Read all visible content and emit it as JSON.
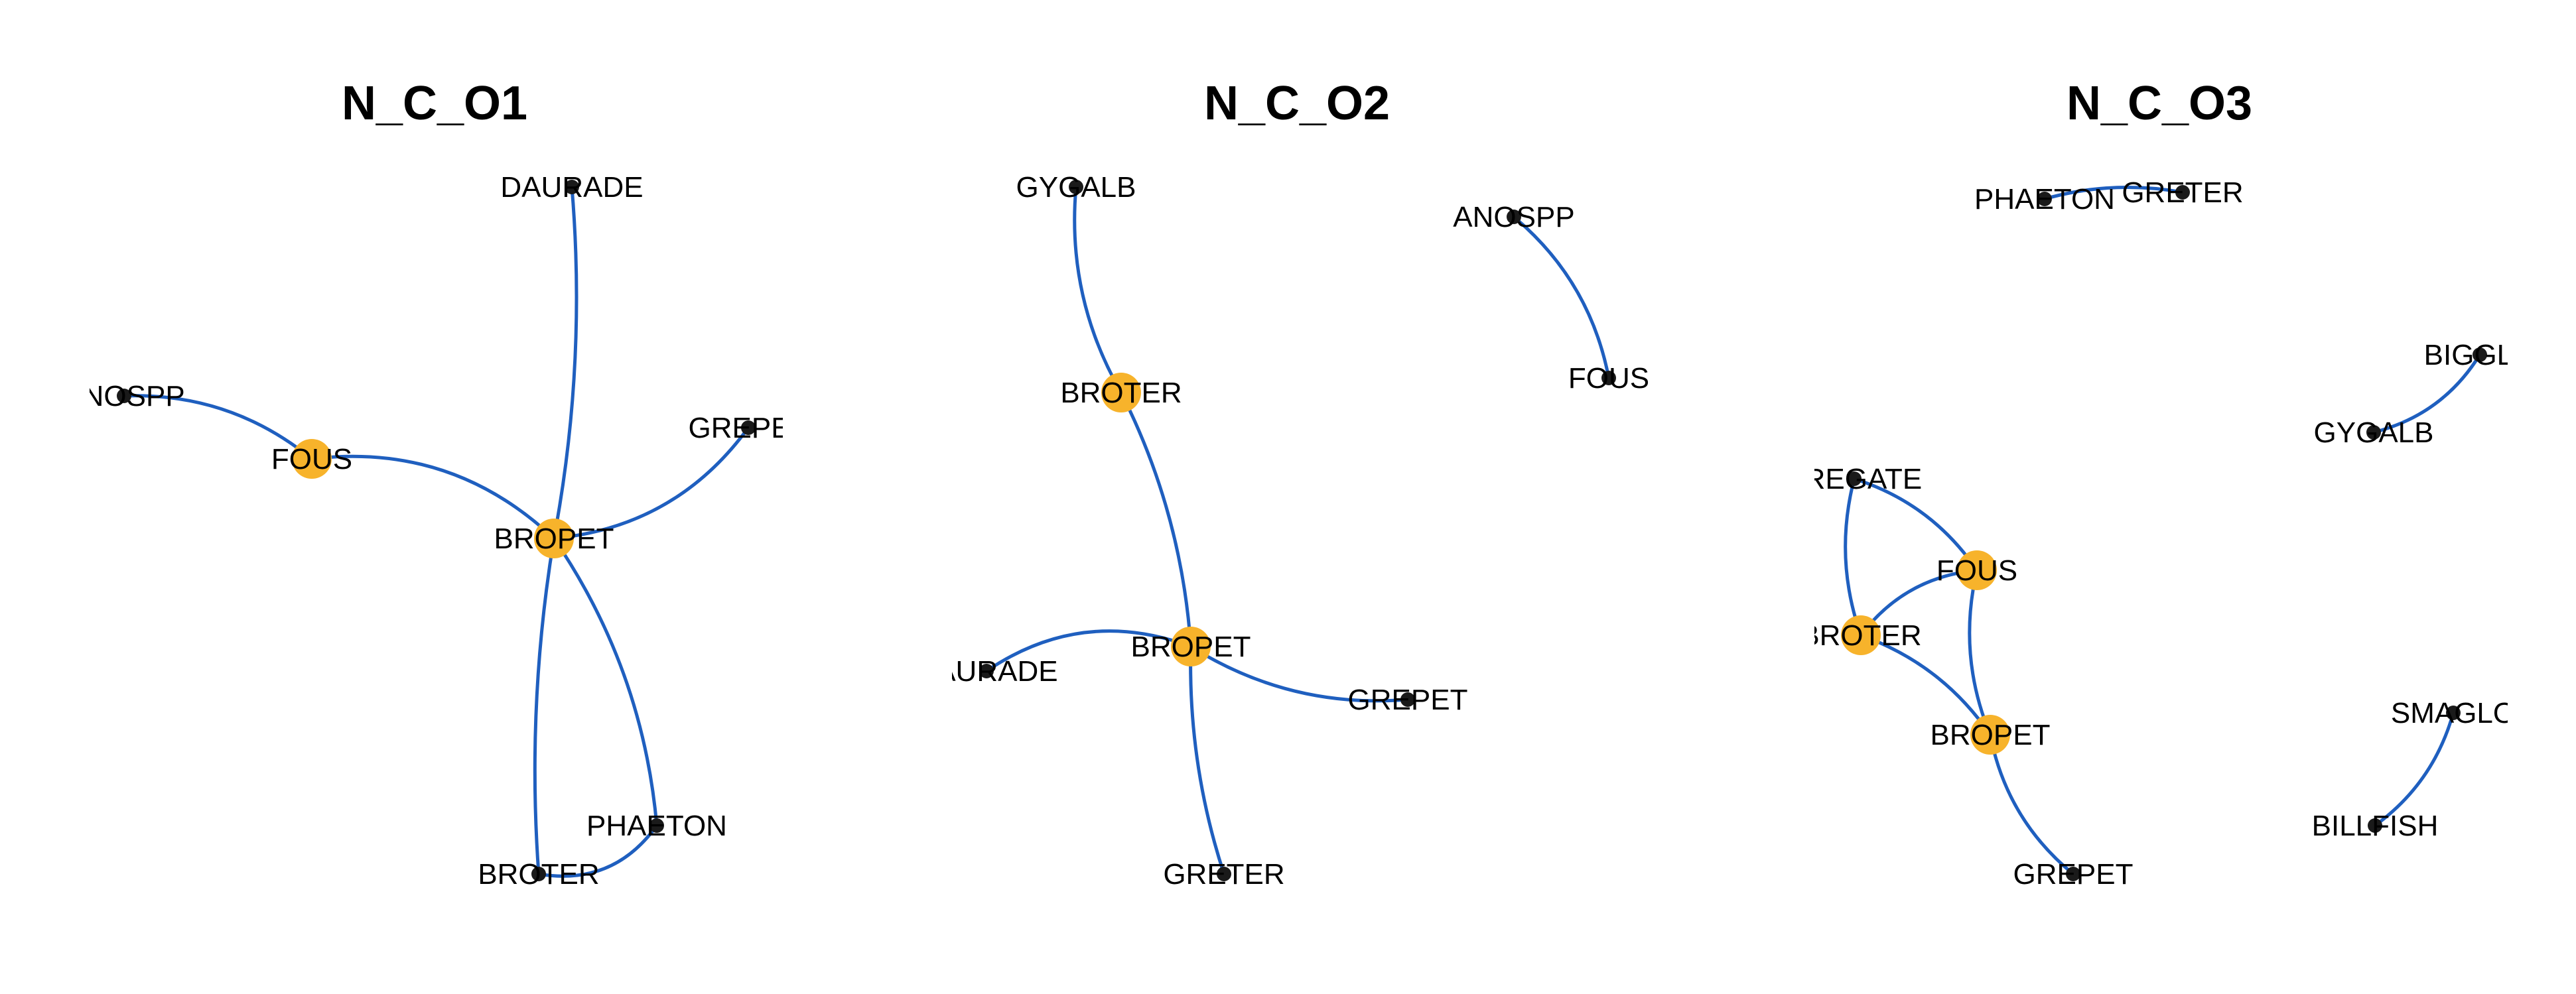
{
  "colors": {
    "edge": "#1f5fbf",
    "hub_node": "#f7b32b",
    "leaf_node": "#1a1a1a",
    "label": "#000000",
    "background": "#ffffff"
  },
  "panels": [
    {
      "id": "p1",
      "title": "N_C_O1",
      "nodes": [
        {
          "id": "DAURADE",
          "label": "DAURADE",
          "type": "leaf"
        },
        {
          "id": "ANOSPP",
          "label": "ANOSPP",
          "type": "leaf"
        },
        {
          "id": "FOUS",
          "label": "FOUS",
          "type": "hub"
        },
        {
          "id": "GREPET",
          "label": "GREPET",
          "type": "leaf"
        },
        {
          "id": "BROPET",
          "label": "BROPET",
          "type": "hub"
        },
        {
          "id": "PHAETON",
          "label": "PHAETON",
          "type": "leaf"
        },
        {
          "id": "BROTER",
          "label": "BROTER",
          "type": "leaf"
        }
      ],
      "edges": [
        [
          "BROPET",
          "DAURADE"
        ],
        [
          "ANOSPP",
          "FOUS"
        ],
        [
          "FOUS",
          "BROPET"
        ],
        [
          "BROPET",
          "GREPET"
        ],
        [
          "BROPET",
          "BROTER"
        ],
        [
          "BROPET",
          "PHAETON"
        ],
        [
          "PHAETON",
          "BROTER"
        ]
      ]
    },
    {
      "id": "p2",
      "title": "N_C_O2",
      "nodes": [
        {
          "id": "GYGALB",
          "label": "GYGALB",
          "type": "leaf"
        },
        {
          "id": "ANOSPP",
          "label": "ANOSPP",
          "type": "leaf"
        },
        {
          "id": "BROTER",
          "label": "BROTER",
          "type": "hub"
        },
        {
          "id": "FOUS",
          "label": "FOUS",
          "type": "leaf"
        },
        {
          "id": "DAURADE",
          "label": "DAURADE",
          "type": "leaf"
        },
        {
          "id": "BROPET",
          "label": "BROPET",
          "type": "hub"
        },
        {
          "id": "GREPET",
          "label": "GREPET",
          "type": "leaf"
        },
        {
          "id": "GRETER",
          "label": "GRETER",
          "type": "leaf"
        }
      ],
      "edges": [
        [
          "GYGALB",
          "BROTER"
        ],
        [
          "ANOSPP",
          "FOUS"
        ],
        [
          "BROTER",
          "BROPET"
        ],
        [
          "DAURADE",
          "BROPET"
        ],
        [
          "BROPET",
          "GREPET"
        ],
        [
          "BROPET",
          "GRETER"
        ]
      ]
    },
    {
      "id": "p3",
      "title": "N_C_O3",
      "nodes": [
        {
          "id": "PHAETON",
          "label": "PHAETON",
          "type": "leaf"
        },
        {
          "id": "GRETER",
          "label": "GRETER",
          "type": "leaf"
        },
        {
          "id": "BIGGLO",
          "label": "BIGGLO",
          "type": "leaf"
        },
        {
          "id": "GYGALB",
          "label": "GYGALB",
          "type": "leaf"
        },
        {
          "id": "FREGATE",
          "label": "FREGATE",
          "type": "leaf"
        },
        {
          "id": "FOUS",
          "label": "FOUS",
          "type": "hub"
        },
        {
          "id": "BROTER",
          "label": "BROTER",
          "type": "hub"
        },
        {
          "id": "BROPET",
          "label": "BROPET",
          "type": "hub"
        },
        {
          "id": "SMAGLO",
          "label": "SMAGLO",
          "type": "leaf"
        },
        {
          "id": "BILLFISH",
          "label": "BILLFISH",
          "type": "leaf"
        },
        {
          "id": "GREPET",
          "label": "GREPET",
          "type": "leaf"
        }
      ],
      "edges": [
        [
          "PHAETON",
          "GRETER"
        ],
        [
          "BIGGLO",
          "GYGALB"
        ],
        [
          "FREGATE",
          "FOUS"
        ],
        [
          "FREGATE",
          "BROTER"
        ],
        [
          "BROTER",
          "FOUS"
        ],
        [
          "BROTER",
          "BROPET"
        ],
        [
          "FOUS",
          "BROPET"
        ],
        [
          "BROPET",
          "GREPET"
        ],
        [
          "SMAGLO",
          "BILLFISH"
        ]
      ]
    }
  ]
}
